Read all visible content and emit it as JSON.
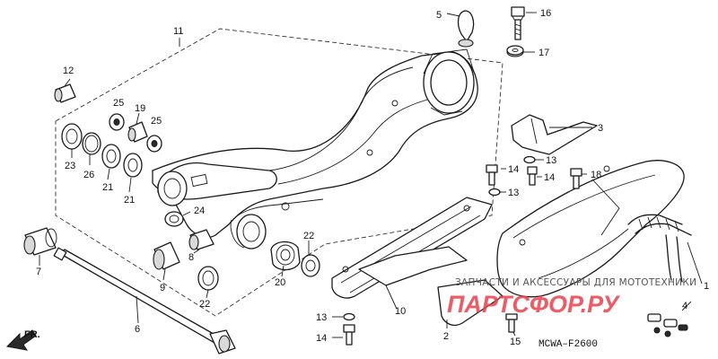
{
  "diagram": {
    "code": "MCWA–F2600",
    "front_marker": "FR.",
    "watermark_text": "ЗАПЧАСТИ И АКСЕССУАРЫ ДЛЯ МОТОТЕХНИКИ",
    "watermark_logo": "ПАРТСФОР.РУ",
    "callouts": [
      {
        "id": "c11",
        "label": "11"
      },
      {
        "id": "c5",
        "label": "5"
      },
      {
        "id": "c16",
        "label": "16"
      },
      {
        "id": "c17",
        "label": "17"
      },
      {
        "id": "c12",
        "label": "12"
      },
      {
        "id": "c25a",
        "label": "25"
      },
      {
        "id": "c19",
        "label": "19"
      },
      {
        "id": "c25b",
        "label": "25"
      },
      {
        "id": "c23",
        "label": "23"
      },
      {
        "id": "c26",
        "label": "26"
      },
      {
        "id": "c21a",
        "label": "21"
      },
      {
        "id": "c21b",
        "label": "21"
      },
      {
        "id": "c3",
        "label": "3"
      },
      {
        "id": "c14a",
        "label": "14"
      },
      {
        "id": "c13a",
        "label": "13"
      },
      {
        "id": "c14b",
        "label": "14"
      },
      {
        "id": "c18",
        "label": "18"
      },
      {
        "id": "c13b",
        "label": "13"
      },
      {
        "id": "c24",
        "label": "24"
      },
      {
        "id": "c7",
        "label": "7"
      },
      {
        "id": "c8",
        "label": "8"
      },
      {
        "id": "c9",
        "label": "9"
      },
      {
        "id": "c22a",
        "label": "22"
      },
      {
        "id": "c22b",
        "label": "22"
      },
      {
        "id": "c20",
        "label": "20"
      },
      {
        "id": "c10",
        "label": "10"
      },
      {
        "id": "c1",
        "label": "1"
      },
      {
        "id": "c4",
        "label": "4"
      },
      {
        "id": "c6",
        "label": "6"
      },
      {
        "id": "c13c",
        "label": "13"
      },
      {
        "id": "c14c",
        "label": "14"
      },
      {
        "id": "c2",
        "label": "2"
      },
      {
        "id": "c15",
        "label": "15"
      }
    ]
  }
}
